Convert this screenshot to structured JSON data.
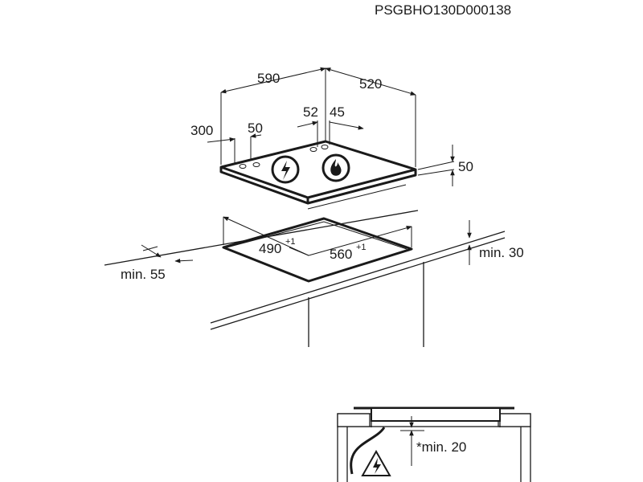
{
  "drawing_code": "PSGBHO130D000138",
  "hob_dimensions": {
    "width": "590",
    "depth": "520",
    "height": "50",
    "left_offset": "300",
    "left_gap": "50",
    "center_left": "52",
    "center_right": "45"
  },
  "cutout_dimensions": {
    "depth": "490",
    "depth_tolerance": "+1",
    "width": "560",
    "width_tolerance": "+1",
    "min_front": "min. 55",
    "min_worktop": "min. 30"
  },
  "detail": {
    "min_clearance": "*min. 20"
  },
  "icons": [
    "electric-hazard-icon",
    "gas-flame-icon"
  ]
}
